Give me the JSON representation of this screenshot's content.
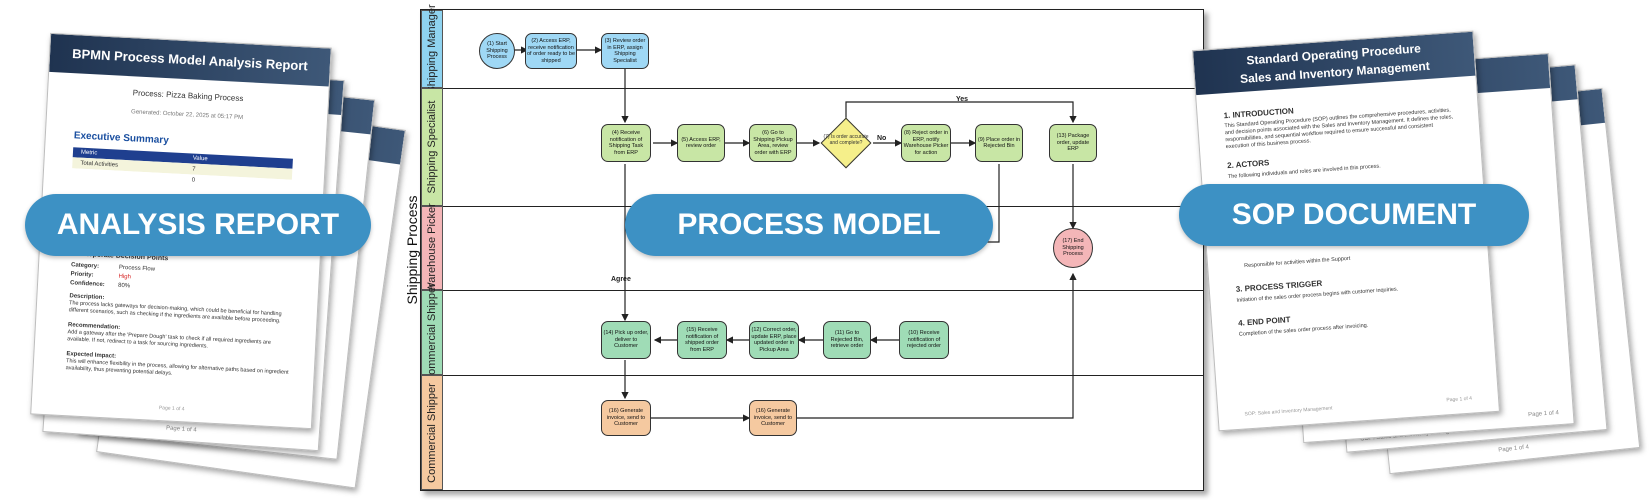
{
  "analysis": {
    "title": "BPMN Process Model Analysis Report",
    "process": "Process: Pizza Baking Process",
    "generated": "Generated: October 22, 2025 at 05:17 PM",
    "exec_summary": "Executive Summary",
    "table_header_metric": "Metric",
    "table_header_value": "Value",
    "row1_metric": "Total Activities",
    "row1_value": "7",
    "row2_value": "0",
    "finding_title": "1. Incorporate Decision Points",
    "category_label": "Category:",
    "category_value": "Process Flow",
    "priority_label": "Priority:",
    "priority_value": "High",
    "confidence_label": "Confidence:",
    "confidence_value": "80%",
    "description_label": "Description:",
    "description_text": "The process lacks gateways for decision-making, which could be beneficial for handling different scenarios, such as checking if the ingredients are available before proceeding.",
    "recommendation_label": "Recommendation:",
    "recommendation_text": "Add a gateway after the 'Prepare Dough' task to check if all required ingredients are available. If not, redirect to a task for sourcing ingredients.",
    "impact_label": "Expected Impact:",
    "impact_text": "This will enhance flexibility in the process, allowing for alternative paths based on ingredient availability, thus preventing potential delays.",
    "page1": "Page 1 of 4",
    "page2": "Page 1 of 4",
    "back_footer": "SOP: Sales and Inventory Management",
    "badge": "ANALYSIS REPORT"
  },
  "process_model": {
    "pool": "Shipping Process",
    "lanes": [
      "Shipping Manager",
      "Shipping Specialist",
      "Warehouse Picker",
      "Commercial Shipper",
      "Commercial Shipper"
    ],
    "nodes": {
      "n1": "(1) Start Shipping Process",
      "n2": "(2) Access ERP, receive notification of order ready to be shipped",
      "n3": "(3) Review order in ERP, assign Shipping Specialist",
      "n4": "(4) Receive notification of Shipping Task from ERP",
      "n5": "(5) Access ERP, review order",
      "n6": "(6) Go to Shipping Pickup Area, review order with ERP",
      "n7": "(7) Is order accurate and complete?",
      "n8": "(8) Reject order in ERP, notify Warehouse Picker for action",
      "n9": "(9) Place order in Rejected Bin",
      "n13": "(13) Package order, update ERP",
      "n17": "(17) End Shipping Process",
      "n14": "(14) Pick up order, deliver to Customer",
      "n15": "(15) Receive notification of shipped order from ERP",
      "n12": "(12) Correct order, update ERP, place updated order in Pickup Area",
      "n11": "(11) Go to Rejected Bin, retrieve order",
      "n10": "(10) Receive notification of rejected order",
      "n16a": "(16) Generate invoice, send to Customer",
      "n16b": "(16) Generate invoice, send to Customer"
    },
    "yes": "Yes",
    "no": "No",
    "agree": "Agree",
    "badge": "PROCESS MODEL"
  },
  "sop": {
    "title_line1": "Standard Operating Procedure",
    "title_line2": "Sales and Inventory Management",
    "intro_heading": "1. INTRODUCTION",
    "intro_text": "This Standard Operating Procedure (SOP) outlines the comprehensive procedures, activities, and decision points associated with the Sales and Inventory Management. It defines the roles, responsibilities, and sequential workflow required to ensure successful and consistent execution of this business process.",
    "actors_heading": "2. ACTORS",
    "actors_text": "The following individuals and roles are involved in this process.",
    "support_text": "Responsible for activities within the Support",
    "trigger_heading": "3. PROCESS TRIGGER",
    "trigger_text": "Initiation of the sales order process begins with customer inquiries.",
    "end_heading": "4. END POINT",
    "end_text": "Completion of the sales order process after invoicing.",
    "page1": "Page 1 of 4",
    "page2": "Page 1 of 4",
    "page3": "Page 1 of 4",
    "footer1": "SOP: Sales and Inventory Management",
    "footer2": "SOP: Sales and Inventory Management",
    "badge": "SOP DOCUMENT"
  },
  "colors": {
    "badge": "#3d91c4",
    "header_band": "#1f3350",
    "manager_lane": "#8fd3f0",
    "specialist_lane": "#c8e6a5",
    "picker_lane": "#f4b6b8",
    "shipper_lane": "#9fdcb6",
    "shipper2_lane": "#f5c9a0"
  }
}
